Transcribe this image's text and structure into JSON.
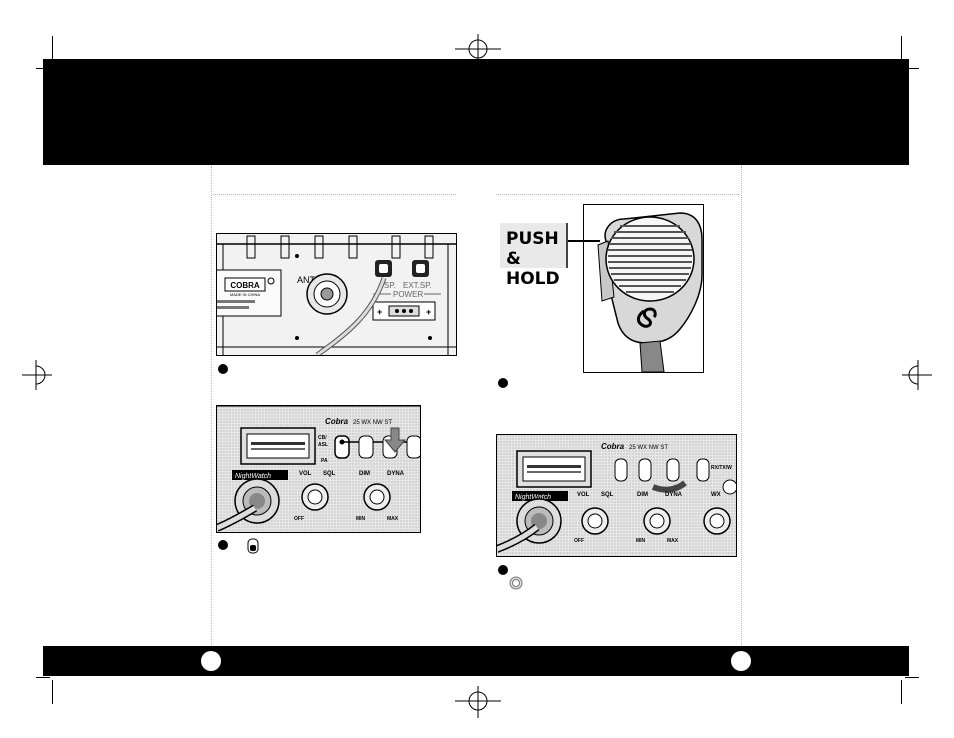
{
  "top_banner": {
    "color": "#000000"
  },
  "bottom_banner": {
    "color": "#000000"
  },
  "figures": {
    "rear_panel": {
      "brand_label": "COBRA",
      "made_in": "MADE IN CHINA",
      "ant_label": "ANT.",
      "sp_label": "SP.",
      "ext_sp_label": "EXT.SP.",
      "power_label": "POWER"
    },
    "microphone": {
      "push_hold_label": "PUSH &\nHOLD"
    },
    "front_panel_left": {
      "brand": "Cobra",
      "model": "25 WX NW ST",
      "night_watch": "NightWatch",
      "vol_label": "VOL",
      "sql_label": "SQL",
      "dim_label": "DIM",
      "dyna_label": "DYNA",
      "off_label": "OFF",
      "min_label": "MIN",
      "max_label": "MAX",
      "cb_pa_top": "CB/",
      "cb_pa_mid": "ASL",
      "pa_label": "PA"
    },
    "front_panel_right": {
      "brand": "Cobra",
      "model": "25 WX NW ST",
      "night_watch": "NightWatch",
      "vol_label": "VOL",
      "sql_label": "SQL",
      "dim_label": "DIM",
      "dyna_label": "DYNA",
      "off_label": "OFF",
      "min_label": "MIN",
      "max_label": "MAX",
      "wx_label": "WX",
      "rx_label": "RX/TX/W"
    }
  }
}
